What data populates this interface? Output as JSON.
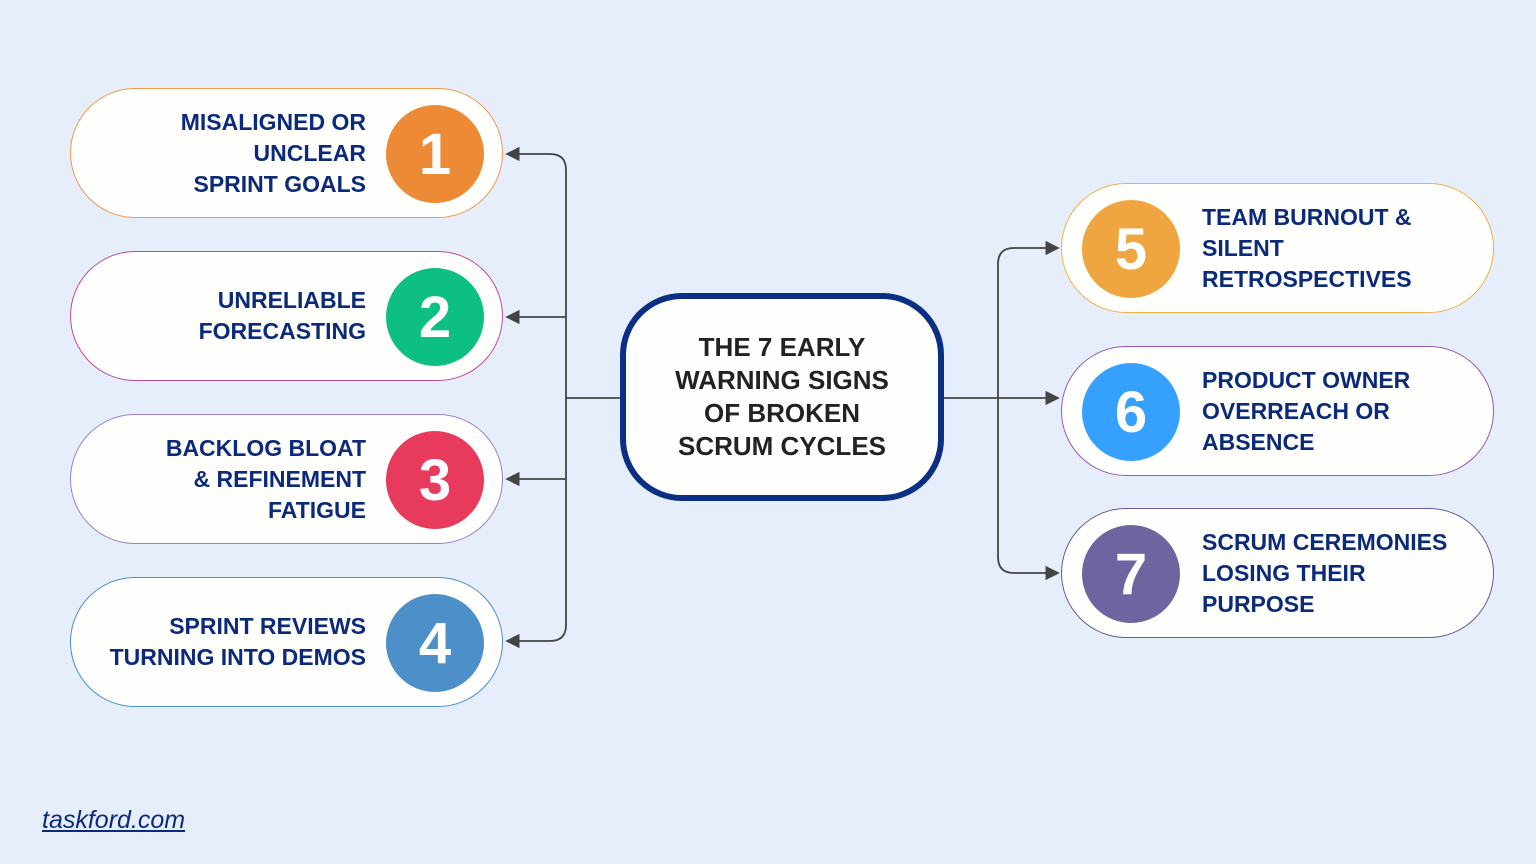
{
  "center": {
    "title": "THE 7 EARLY\nWARNING SIGNS\nOF BROKEN\nSCRUM CYCLES",
    "border_color": "#0a2f84"
  },
  "signs": [
    {
      "number": "1",
      "text": "MISALIGNED OR\nUNCLEAR \nSPRINT GOALS",
      "circle_color": "#ec8a35",
      "border_color": "#ee9a4a"
    },
    {
      "number": "2",
      "text": "UNRELIABLE\nFORECASTING",
      "circle_color": "#0dbf80",
      "border_color": "#c04a9a"
    },
    {
      "number": "3",
      "text": "BACKLOG BLOAT\n& REFINEMENT\nFATIGUE",
      "circle_color": "#e83a5c",
      "border_color": "#9a82c8"
    },
    {
      "number": "4",
      "text": "SPRINT REVIEWS\nTURNING INTO DEMOS",
      "circle_color": "#4d8fc8",
      "border_color": "#4d8fc8"
    },
    {
      "number": "5",
      "text": "TEAM BURNOUT &\nSILENT\nRETROSPECTIVES",
      "circle_color": "#f0a640",
      "border_color": "#f0b04a"
    },
    {
      "number": "6",
      "text": "PRODUCT OWNER\nOVERREACH OR\nABSENCE",
      "circle_color": "#36a0ff",
      "border_color": "#9a5ab0"
    },
    {
      "number": "7",
      "text": "SCRUM CEREMONIES\nLOSING THEIR\nPURPOSE",
      "circle_color": "#6e65a0",
      "border_color": "#6a5a9a"
    }
  ],
  "footer": {
    "link": "taskford.com"
  }
}
